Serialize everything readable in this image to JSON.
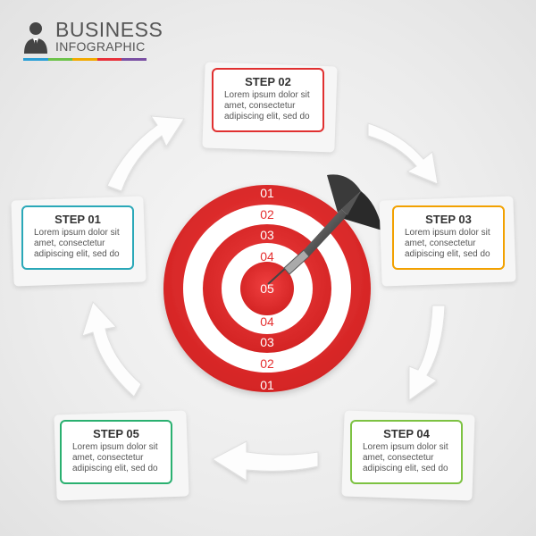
{
  "header": {
    "title_line1": "BUSINESS",
    "title_line2": "INFOGRAPHIC",
    "bar_colors": [
      "#2a9fd6",
      "#6cc24a",
      "#f2a900",
      "#e8303a",
      "#7a4fa3"
    ]
  },
  "steps": [
    {
      "title": "STEP 01",
      "text_lines": [
        "Lorem ipsum dolor sit",
        "amet, consectetur",
        "adipiscing elit, sed do"
      ],
      "color": "#2aa8b8"
    },
    {
      "title": "STEP 02",
      "text_lines": [
        "Lorem ipsum dolor sit",
        "amet, consectetur",
        "adipiscing elit, sed do"
      ],
      "color": "#e03030"
    },
    {
      "title": "STEP 03",
      "text_lines": [
        "Lorem ipsum dolor sit",
        "amet, consectetur",
        "adipiscing elit, sed do"
      ],
      "color": "#f2a100"
    },
    {
      "title": "STEP 04",
      "text_lines": [
        "Lorem ipsum dolor sit",
        "amet, consectetur",
        "adipiscing elit, sed do"
      ],
      "color": "#7dc242"
    },
    {
      "title": "STEP 05",
      "text_lines": [
        "Lorem ipsum dolor sit",
        "amet, consectetur",
        "adipiscing elit, sed do"
      ],
      "color": "#2ab070"
    }
  ],
  "target": {
    "ring_labels_top": [
      "01",
      "02",
      "03",
      "04",
      "05"
    ],
    "ring_labels_bottom": [
      "04",
      "03",
      "02",
      "01"
    ],
    "red": "#e53030",
    "white": "#ffffff"
  }
}
